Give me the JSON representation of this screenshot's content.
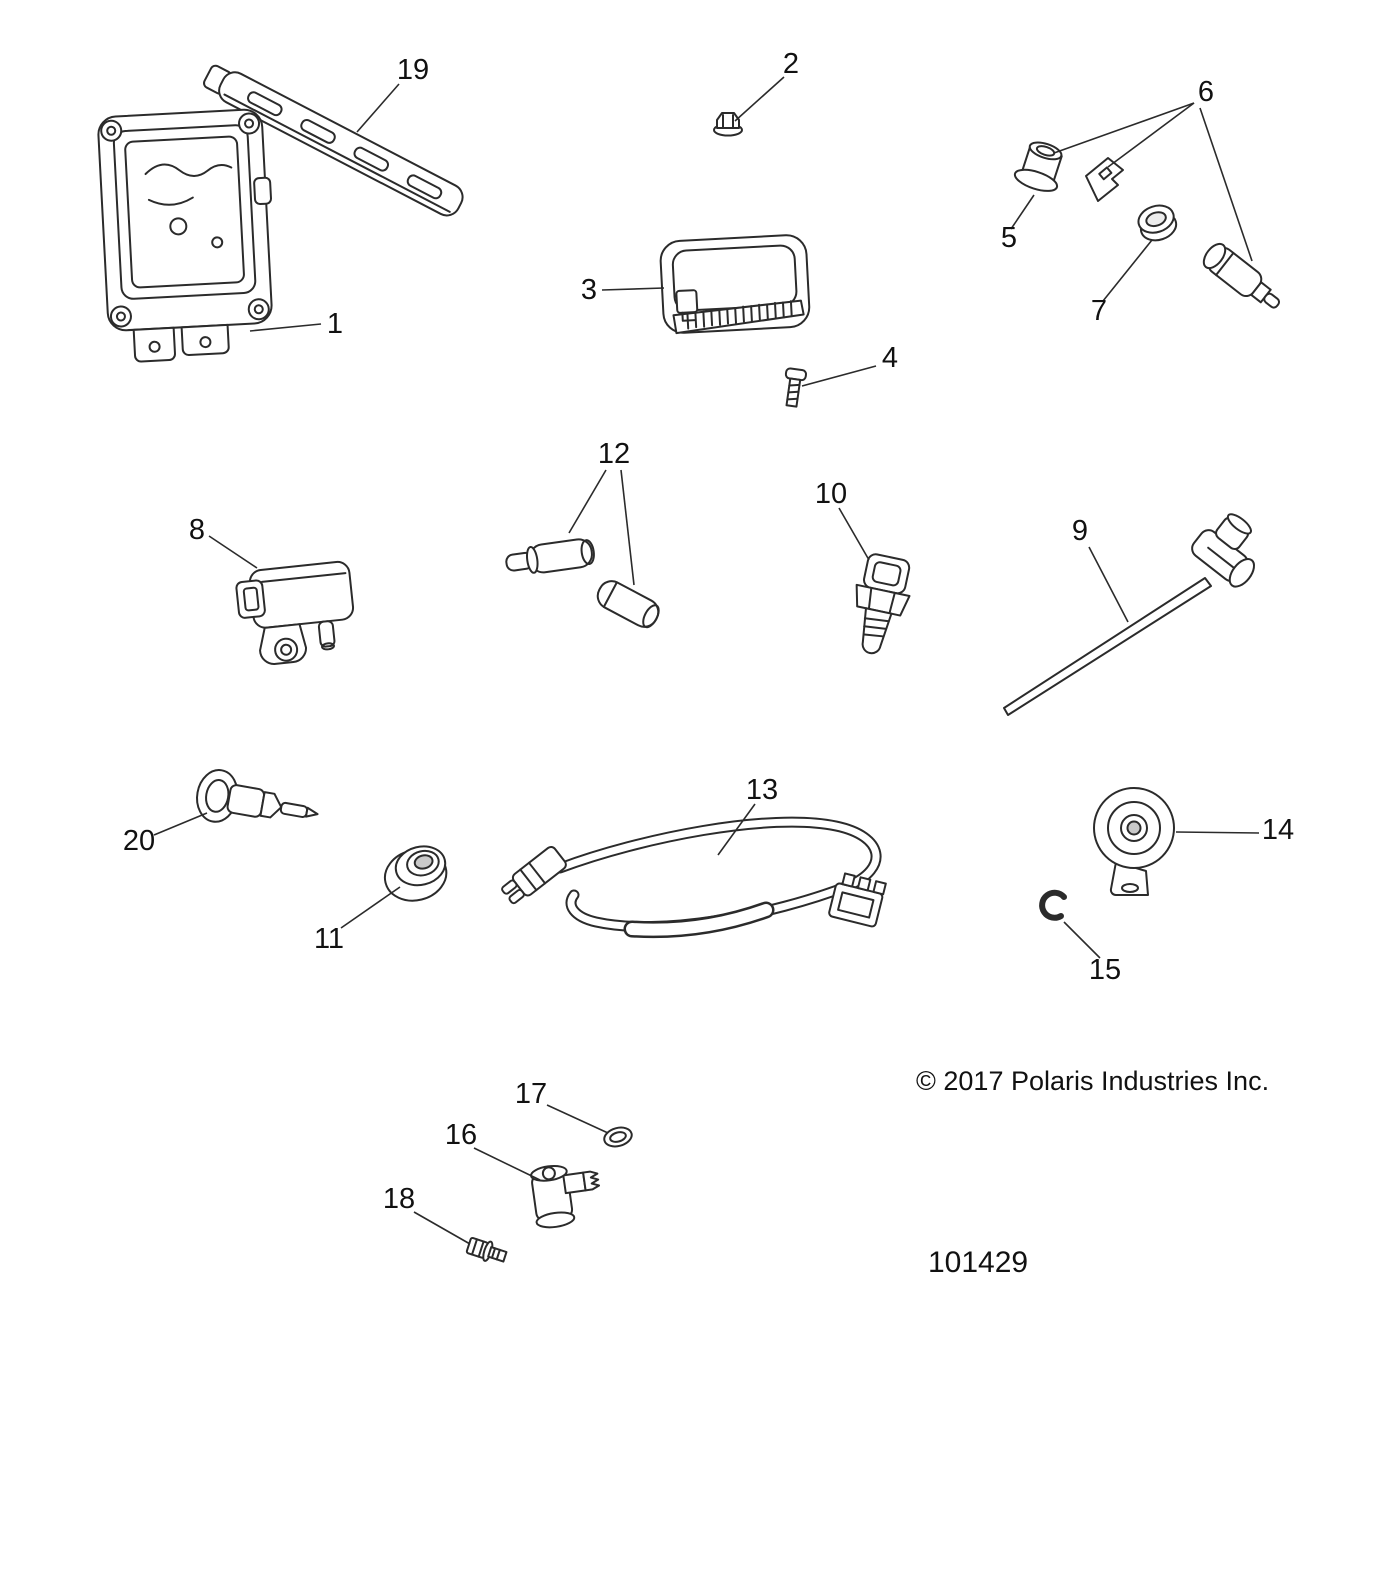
{
  "page": {
    "background": "#ffffff",
    "line_color": "#2b2b2b"
  },
  "footer": {
    "copyright": "© 2017 Polaris Industries Inc.",
    "figure_number": "101429"
  },
  "callouts": {
    "p1": {
      "label": "1"
    },
    "p2": {
      "label": "2"
    },
    "p3": {
      "label": "3"
    },
    "p4": {
      "label": "4"
    },
    "p5": {
      "label": "5"
    },
    "p6": {
      "label": "6"
    },
    "p7": {
      "label": "7"
    },
    "p8": {
      "label": "8"
    },
    "p9": {
      "label": "9"
    },
    "p10": {
      "label": "10"
    },
    "p11": {
      "label": "11"
    },
    "p12": {
      "label": "12"
    },
    "p13": {
      "label": "13"
    },
    "p14": {
      "label": "14"
    },
    "p15": {
      "label": "15"
    },
    "p16": {
      "label": "16"
    },
    "p17": {
      "label": "17"
    },
    "p18": {
      "label": "18"
    },
    "p19": {
      "label": "19"
    },
    "p20": {
      "label": "20"
    }
  }
}
